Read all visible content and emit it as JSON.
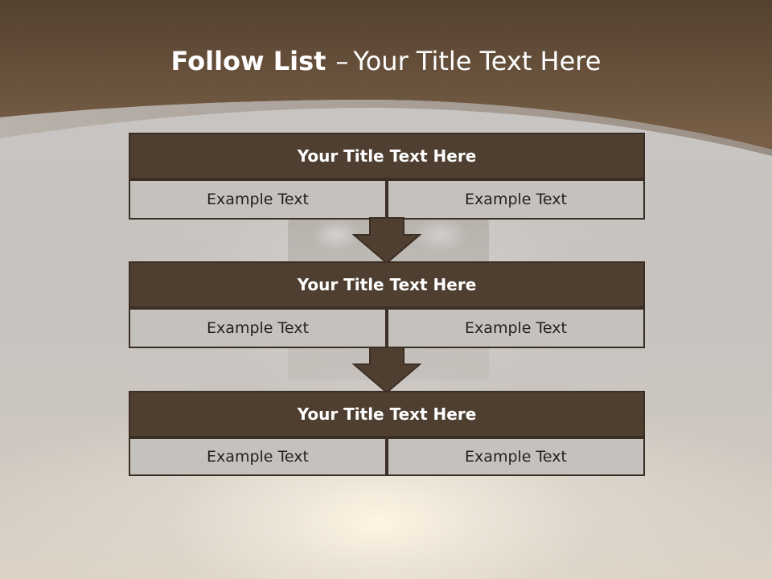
{
  "slide": {
    "title_bold": "Follow List",
    "title_dash": "–",
    "title_rest": "Your Title Text Here"
  },
  "steps": [
    {
      "title": "Your Title Text Here",
      "left": "Example Text",
      "right": "Example Text"
    },
    {
      "title": "Your Title Text Here",
      "left": "Example Text",
      "right": "Example Text"
    },
    {
      "title": "Your Title Text Here",
      "left": "Example Text",
      "right": "Example Text"
    }
  ],
  "colors": {
    "header_brown": "#4e3f31",
    "cell_gray": "#c5c1bd",
    "band_brown": "#6f5a45",
    "border": "#3b2f25"
  }
}
